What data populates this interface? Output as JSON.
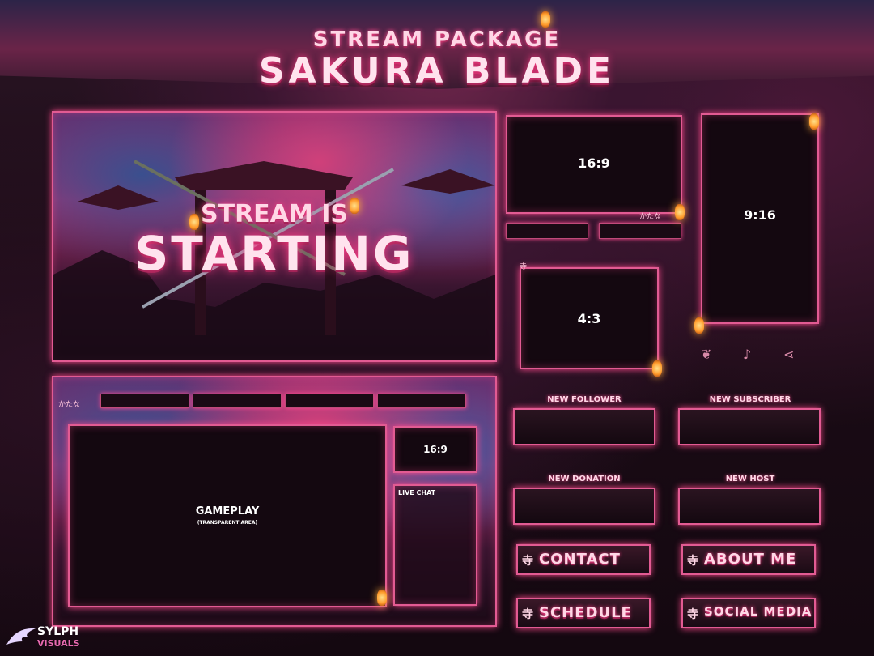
{
  "header": {
    "subtitle": "STREAM PACKAGE",
    "title": "SAKURA BLADE"
  },
  "starting": {
    "line1": "STREAM IS",
    "line2": "STARTING"
  },
  "webcams": {
    "wide": "16:9",
    "vertical": "9:16",
    "classic": "4:3",
    "jp_label": "かたな",
    "kanji": "寺"
  },
  "overlay": {
    "gameplay": "GAMEPLAY",
    "gameplay_sub": "(TRANSPARENT AREA)",
    "cam_label": "16:9",
    "chat": "LIVE CHAT",
    "jp_label": "かたな"
  },
  "alerts": [
    {
      "title": "NEW FOLLOWER"
    },
    {
      "title": "NEW SUBSCRIBER"
    },
    {
      "title": "NEW DONATION"
    },
    {
      "title": "NEW HOST"
    }
  ],
  "panels": [
    {
      "kanji": "寺",
      "label": "CONTACT"
    },
    {
      "kanji": "寺",
      "label": "ABOUT ME"
    },
    {
      "kanji": "寺",
      "label": "SCHEDULE"
    },
    {
      "kanji": "寺",
      "label": "SOCIAL MEDIA"
    }
  ],
  "social_icons": [
    "heart-icon",
    "bell-icon",
    "share-icon"
  ],
  "brand": {
    "line1": "SYLPH",
    "line2": "VISUALS"
  },
  "colors": {
    "accent": "#e25b93",
    "glow": "#ff4a8e",
    "lantern": "#ff9a2a"
  }
}
